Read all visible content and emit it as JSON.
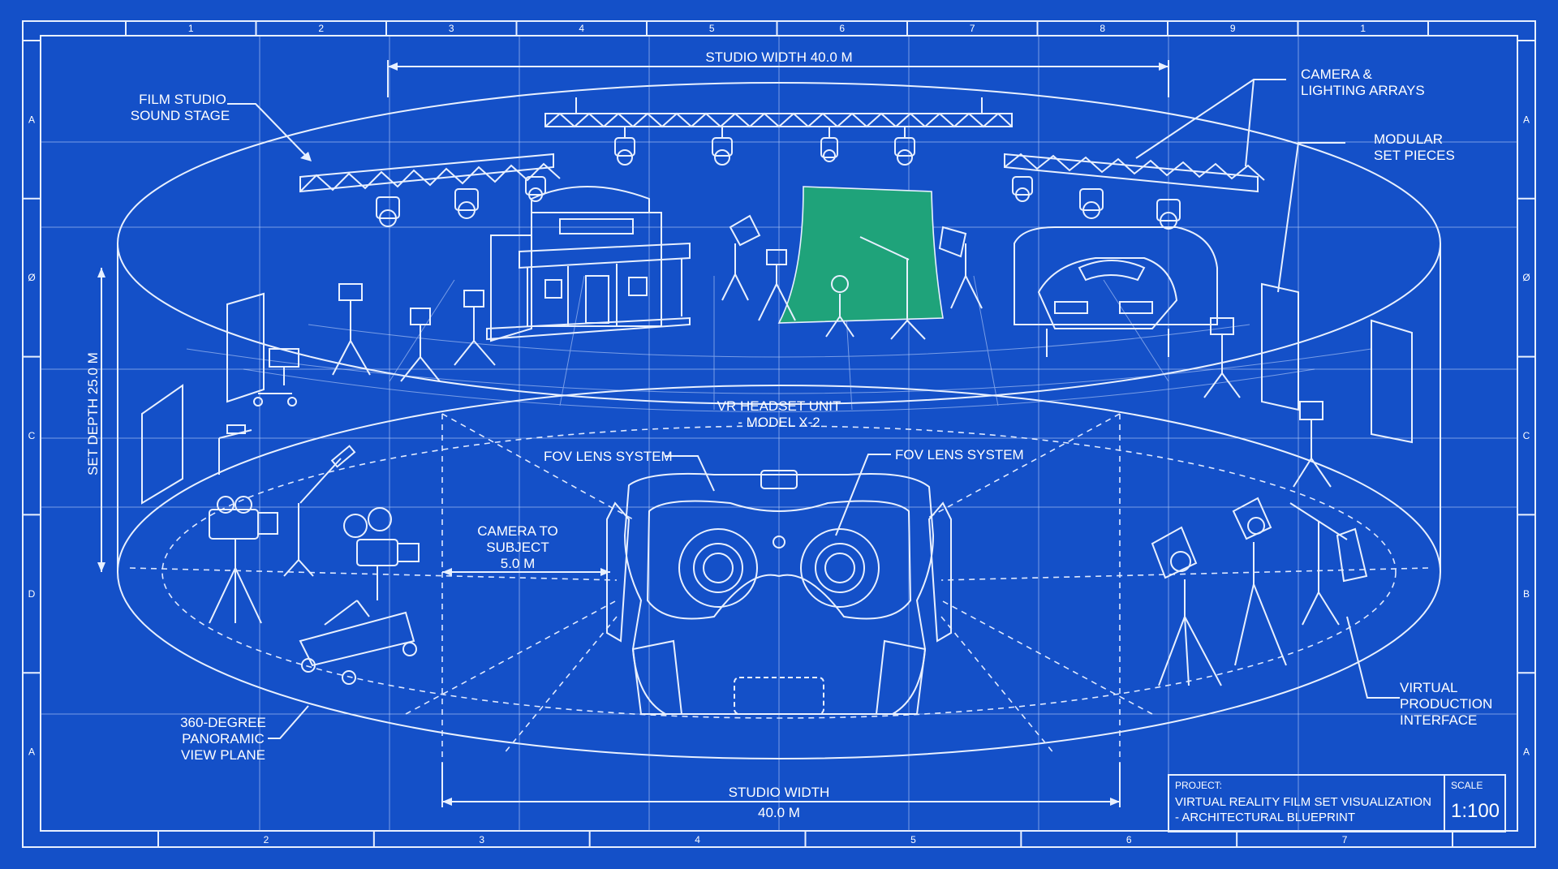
{
  "labels": {
    "studio_width_top": "STUDIO WIDTH 40.0 M",
    "film_studio": [
      "FILM STUDIO",
      "SOUND STAGE"
    ],
    "camera_lighting": [
      "CAMERA &",
      "LIGHTING ARRAYS"
    ],
    "modular_set": [
      "MODULAR",
      "SET PIECES"
    ],
    "set_depth": "SET DEPTH 25.0 M",
    "vr_headset": [
      "VR HEADSET UNIT",
      "- MODEL X-2"
    ],
    "fov_left": "FOV LENS SYSTEM",
    "fov_right": "FOV LENS SYSTEM",
    "camera_subject": [
      "CAMERA TO",
      "SUBJECT",
      "5.0 M"
    ],
    "panoramic": [
      "360-DEGREE",
      "PANORAMIC",
      "VIEW PLANE"
    ],
    "virtual_production": [
      "VIRTUAL",
      "PRODUCTION",
      "INTERFACE"
    ],
    "studio_width_bottom": "STUDIO WIDTH",
    "studio_width_bottom_value": "40.0 M"
  },
  "title_block": {
    "project_label": "PROJECT:",
    "project_line1": "VIRTUAL REALITY FILM SET VISUALIZATION",
    "project_line2": "- ARCHITECTURAL BLUEPRINT",
    "scale_label": "SCALE",
    "scale_value": "1:100"
  },
  "frame": {
    "top_ticks": [
      "1",
      "2",
      "3",
      "4",
      "5",
      "6",
      "7",
      "8",
      "9",
      "1"
    ],
    "bottom_ticks": [
      "2",
      "3",
      "4",
      "5",
      "6",
      "7"
    ],
    "left_ticks": [
      "A",
      "Ø",
      "C",
      "D",
      "A"
    ],
    "right_ticks": [
      "A",
      "Ø",
      "C",
      "B",
      "A"
    ]
  },
  "colors": {
    "background": "#1450c8",
    "line": "#e8f0ff",
    "green_screen": "#1fa37a"
  },
  "icons": [
    "vr-headset-icon",
    "light-truss-icon",
    "spotlight-icon",
    "tripod-icon",
    "film-camera-icon",
    "western-facade-icon",
    "green-screen-icon",
    "spaceship-prop-icon",
    "boom-mic-icon",
    "camera-dolly-icon"
  ]
}
